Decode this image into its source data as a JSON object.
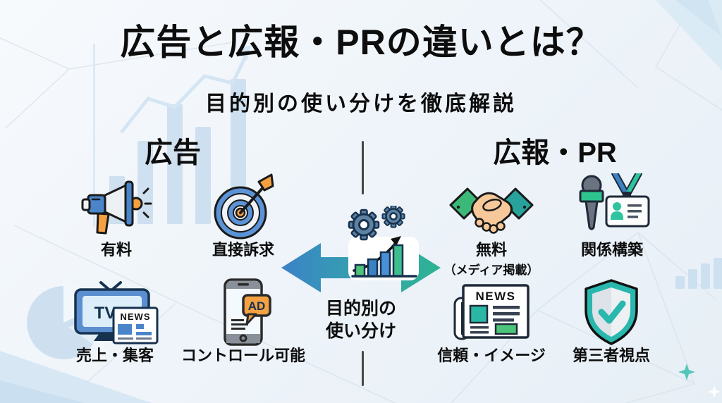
{
  "header": {
    "title": "広告と広報・PRの違いとは？",
    "subtitle": "目的別の使い分けを徹底解説"
  },
  "left_column": {
    "header": "広告",
    "items": [
      {
        "icon": "megaphone-icon",
        "label": "有料"
      },
      {
        "icon": "target-arrow-icon",
        "label": "直接訴求"
      },
      {
        "icon": "tv-news-icon",
        "label": "売上・集客"
      },
      {
        "icon": "smartphone-ad-icon",
        "label": "コントロール可能"
      }
    ]
  },
  "right_column": {
    "header": "広報・PR",
    "items": [
      {
        "icon": "handshake-icon",
        "label": "無料",
        "sublabel": "（メディア掲載）"
      },
      {
        "icon": "microphone-id-badge-icon",
        "label": "関係構築"
      },
      {
        "icon": "newspaper-icon",
        "label": "信頼・イメージ"
      },
      {
        "icon": "shield-check-icon",
        "label": "第三者視点"
      }
    ]
  },
  "center": {
    "icon": "gears-growth-chart-icon",
    "arrow": "double-headed-arrow-icon",
    "label_line1": "目的別の",
    "label_line2": "使い分け"
  },
  "icon_texts": {
    "tv": "TV",
    "tv_news": "NEWS",
    "ad": "AD",
    "newspaper_news": "NEWS"
  },
  "colors": {
    "arrow_blue": "#3b82c8",
    "arrow_teal": "#2eb393",
    "accent_blue": "#4a85c9",
    "accent_teal": "#2ab8a5",
    "accent_green": "#3cb878",
    "accent_orange": "#f5a142",
    "text": "#0d0d0d",
    "background": "#edf3f9"
  }
}
